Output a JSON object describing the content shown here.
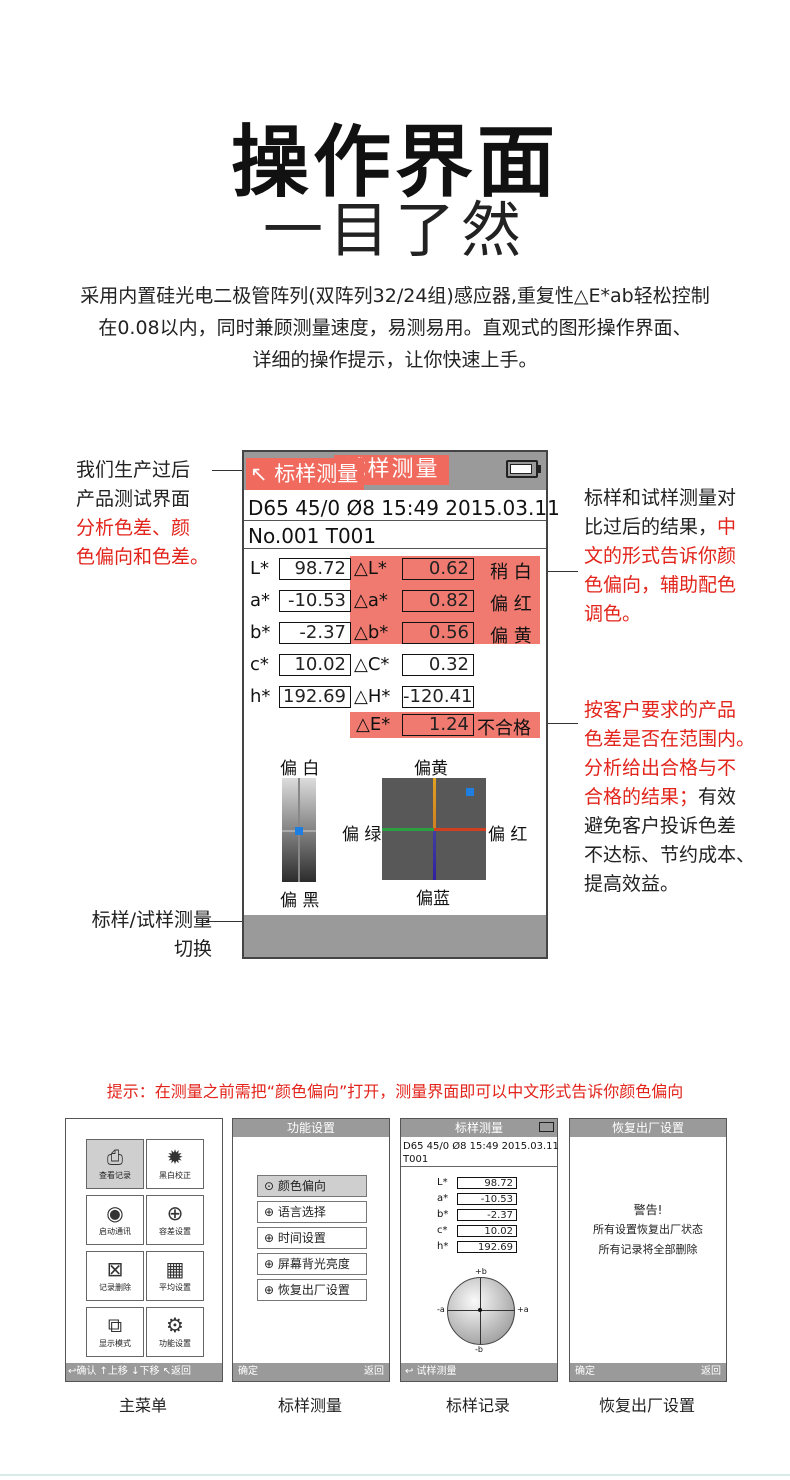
{
  "header": {
    "title": "操作界面",
    "subtitle": "一目了然",
    "intro_line1": "采用内置硅光电二极管阵列(双阵列32/24组)感应器,重复性△E*ab轻松控制",
    "intro_line2": "在0.08以内，同时兼顾测量速度，易测易用。直观式的图形操作界面、",
    "intro_line3": "详细的操作提示，让你快速上手。"
  },
  "device": {
    "title": "试样测量",
    "status": "D65 45/0 Ø8 15:49 2015.03.11",
    "record": "No.001  T001",
    "rows": [
      {
        "label": "L*",
        "value": "98.72",
        "dlabel": "△L*",
        "dvalue": "0.62",
        "note": "稍 白"
      },
      {
        "label": "a*",
        "value": "-10.53",
        "dlabel": "△a*",
        "dvalue": "0.82",
        "note": "偏 红"
      },
      {
        "label": "b*",
        "value": "-2.37",
        "dlabel": "△b*",
        "dvalue": "0.56",
        "note": "偏 黄"
      },
      {
        "label": "c*",
        "value": "10.02",
        "dlabel": "△C*",
        "dvalue": "0.32",
        "note": ""
      },
      {
        "label": "h*",
        "value": "192.69",
        "dlabel": "△H*",
        "dvalue": "-120.41",
        "note": ""
      }
    ],
    "de_label": "△E*",
    "de_value": "1.24",
    "de_result": "不合格",
    "gauge_white": "偏 白",
    "gauge_black": "偏 黑",
    "gauge_yellow": "偏黄",
    "gauge_blue": "偏蓝",
    "gauge_green": "偏 绿",
    "gauge_red": "偏 红",
    "bottom_label": "↖ 标样测量"
  },
  "callouts": {
    "left_top_1": "我们生产过后",
    "left_top_2": "产品测试界面",
    "left_top_3": "分析色差、颜",
    "left_top_4": "色偏向和色差。",
    "left_bot_1": "标样/试样测量",
    "left_bot_2": "切换",
    "right_top_1": "标样和试样测量对",
    "right_top_2a": "比过后的结果，",
    "right_top_2b": "中",
    "right_top_3": "文的形式告诉你颜",
    "right_top_4": "色偏向，辅助配色",
    "right_top_5": "调色。",
    "right_bot_1": "按客户要求的产品",
    "right_bot_2": "色差是否在范围内。",
    "right_bot_3": "分析给出合格与不",
    "right_bot_4a": "合格的结果；",
    "right_bot_4b": "有效",
    "right_bot_5": "避免客户投诉色差",
    "right_bot_6": "不达标、节约成本、",
    "right_bot_7": "提高效益。"
  },
  "tip": "提示：在测量之前需把“颜色偏向”打开，测量界面即可以中文形式告诉你颜色偏向",
  "screens": {
    "menu": {
      "caption": "主菜单",
      "tiles": [
        "查看记录",
        "黑白校正",
        "启动通讯",
        "容差设置",
        "记录删除",
        "平均设置",
        "显示模式",
        "功能设置"
      ],
      "bottom": "↩确认 ↑上移 ↓下移 ↖返回"
    },
    "func": {
      "title": "功能设置",
      "caption": "标样测量",
      "items": [
        "颜色偏向",
        "语言选择",
        "时间设置",
        "屏幕背光亮度",
        "恢复出厂设置"
      ],
      "bottom_left": "确定",
      "bottom_right": "返回"
    },
    "std": {
      "title": "标样测量",
      "caption": "标样记录",
      "status": "D65 45/0 Ø8 15:49 2015.03.11",
      "record": "T001",
      "rows": [
        {
          "label": "L*",
          "value": "98.72"
        },
        {
          "label": "a*",
          "value": "-10.53"
        },
        {
          "label": "b*",
          "value": "-2.37"
        },
        {
          "label": "c*",
          "value": "10.02"
        },
        {
          "label": "h*",
          "value": "192.69"
        }
      ],
      "axis_pb": "+b",
      "axis_nb": "-b",
      "axis_pa": "+a",
      "axis_na": "-a",
      "bottom": "↩ 试样测量"
    },
    "reset": {
      "title": "恢复出厂设置",
      "caption": "恢复出厂设置",
      "warn": "警告!",
      "line1": "所有设置恢复出厂状态",
      "line2": "所有记录将全部删除",
      "bottom_left": "确定",
      "bottom_right": "返回"
    }
  }
}
